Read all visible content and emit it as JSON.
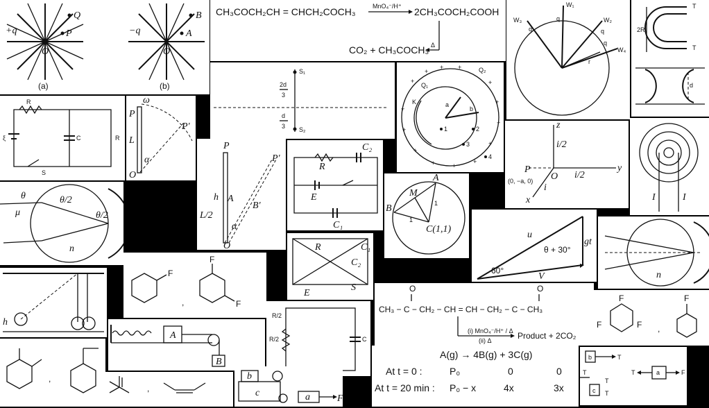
{
  "charges": {
    "a_label": "(a)",
    "b_label": "(b)",
    "q": "+q",
    "nq": "−q",
    "O": "O",
    "P": "P",
    "Q": "Q",
    "A": "A",
    "B": "B"
  },
  "reaction1": {
    "reactant": "CH₃COCH₂CH = CHCH₂COCH₃",
    "reagent": "MnO₄⁻/H⁺",
    "product": "2CH₃COCH₂COOH",
    "delta": "Δ",
    "final": "CO₂ + CH₃COCH₃"
  },
  "wheel": {
    "w1": "W₁",
    "w2": "W₂",
    "w3": "W₃",
    "w4": "W₄",
    "q": "q",
    "r": "r"
  },
  "cshape": {
    "T": "T",
    "twoR": "2R",
    "d": "d"
  },
  "circuit1": {
    "R": "R",
    "C": "C",
    "xi": "ξ",
    "S": "S"
  },
  "rod1": {
    "omega": "ω",
    "P": "P",
    "Pp": "P'",
    "L": "L",
    "alpha": "α",
    "O": "O"
  },
  "slits": {
    "s1": "S₁",
    "s2": "S₂",
    "two_d": "2d",
    "three": "3",
    "d": "d"
  },
  "shells": {
    "q1": "Q₁",
    "q2": "Q₂",
    "K": "K",
    "a": "a",
    "b": "b",
    "p1": "1",
    "p2": "2",
    "p3": "3",
    "p4": "4"
  },
  "axes": {
    "z": "z",
    "y": "y",
    "x": "x",
    "i2a": "i/2",
    "i2b": "i/2",
    "i": "i",
    "P": "P",
    "coord": "(0, −a, 0)",
    "O": "O"
  },
  "spiral": {
    "I1": "I",
    "I2": "I"
  },
  "prism": {
    "theta": "θ",
    "theta2a": "θ/2",
    "theta2b": "θ/2",
    "mu": "μ",
    "n": "n"
  },
  "rod2": {
    "P": "P",
    "Pp": "P'",
    "h": "h",
    "A": "A",
    "L2": "L/2",
    "alpha": "α",
    "B": "B'",
    "O": "O"
  },
  "circuit2": {
    "R": "R",
    "C2": "C₂",
    "E": "E",
    "C1": "C₁"
  },
  "circle": {
    "A": "A",
    "M": "M",
    "B": "B",
    "one1": "1",
    "one2": "1",
    "C": "C(1,1)"
  },
  "vectors": {
    "u": "u",
    "gt": "gt",
    "ang": "θ + 30°",
    "sixty": "60°",
    "V": "V"
  },
  "lens": {
    "n": "n"
  },
  "pendulum": {
    "h": "h"
  },
  "fluoro": {
    "F1": "F",
    "F2": "F",
    "F3": "F",
    "comma": ","
  },
  "circuit3": {
    "R": "R",
    "C2": "C₂",
    "C1": "C₁",
    "E": "E",
    "S": "S"
  },
  "diketone": {
    "formula": "CH₃ − C − CH₂ − CH = CH − CH₂ − C − CH₃",
    "O1": "O",
    "O2": "O",
    "reagent1": "(i) MnO₄⁻/H⁺ / Δ",
    "reagent2": "(ii) Δ",
    "product": "Product + 2CO₂"
  },
  "trifluoro": {
    "F1": "F",
    "F2": "F",
    "F3": "F",
    "F4": "F",
    "comma": ","
  },
  "spring": {
    "A": "A",
    "B": "B"
  },
  "rc": {
    "R2a": "R/2",
    "R2b": "R/2",
    "C": "C"
  },
  "kinetics": {
    "header": "A(g)  →  4B(g)  +  3C(g)",
    "row1_label": "At  t = 0 :",
    "row1_a": "P₀",
    "row1_b": "0",
    "row1_c": "0",
    "row2_label": "At t = 20 min :",
    "row2_a": "P₀ − x",
    "row2_b": "4x",
    "row2_c": "3x"
  },
  "fbd": {
    "b": "b",
    "T1": "T",
    "c": "c",
    "T2": "T",
    "T3": "T",
    "T4": "T",
    "a": "a",
    "F": "F",
    "T5": "T"
  },
  "blocks": {
    "b": "b",
    "c": "c",
    "a": "a",
    "F": "F"
  },
  "xylene": {
    "comma": ","
  },
  "alkenes": {
    "comma": ","
  }
}
